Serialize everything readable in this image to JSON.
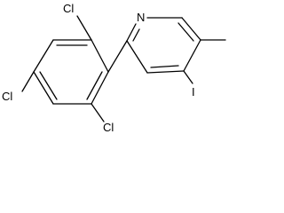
{
  "molecule": {
    "atoms": {
      "n": "N",
      "i": "I",
      "cl_top": "Cl",
      "cl_bottom_left": "Cl",
      "cl_bottom_right": "Cl"
    }
  }
}
